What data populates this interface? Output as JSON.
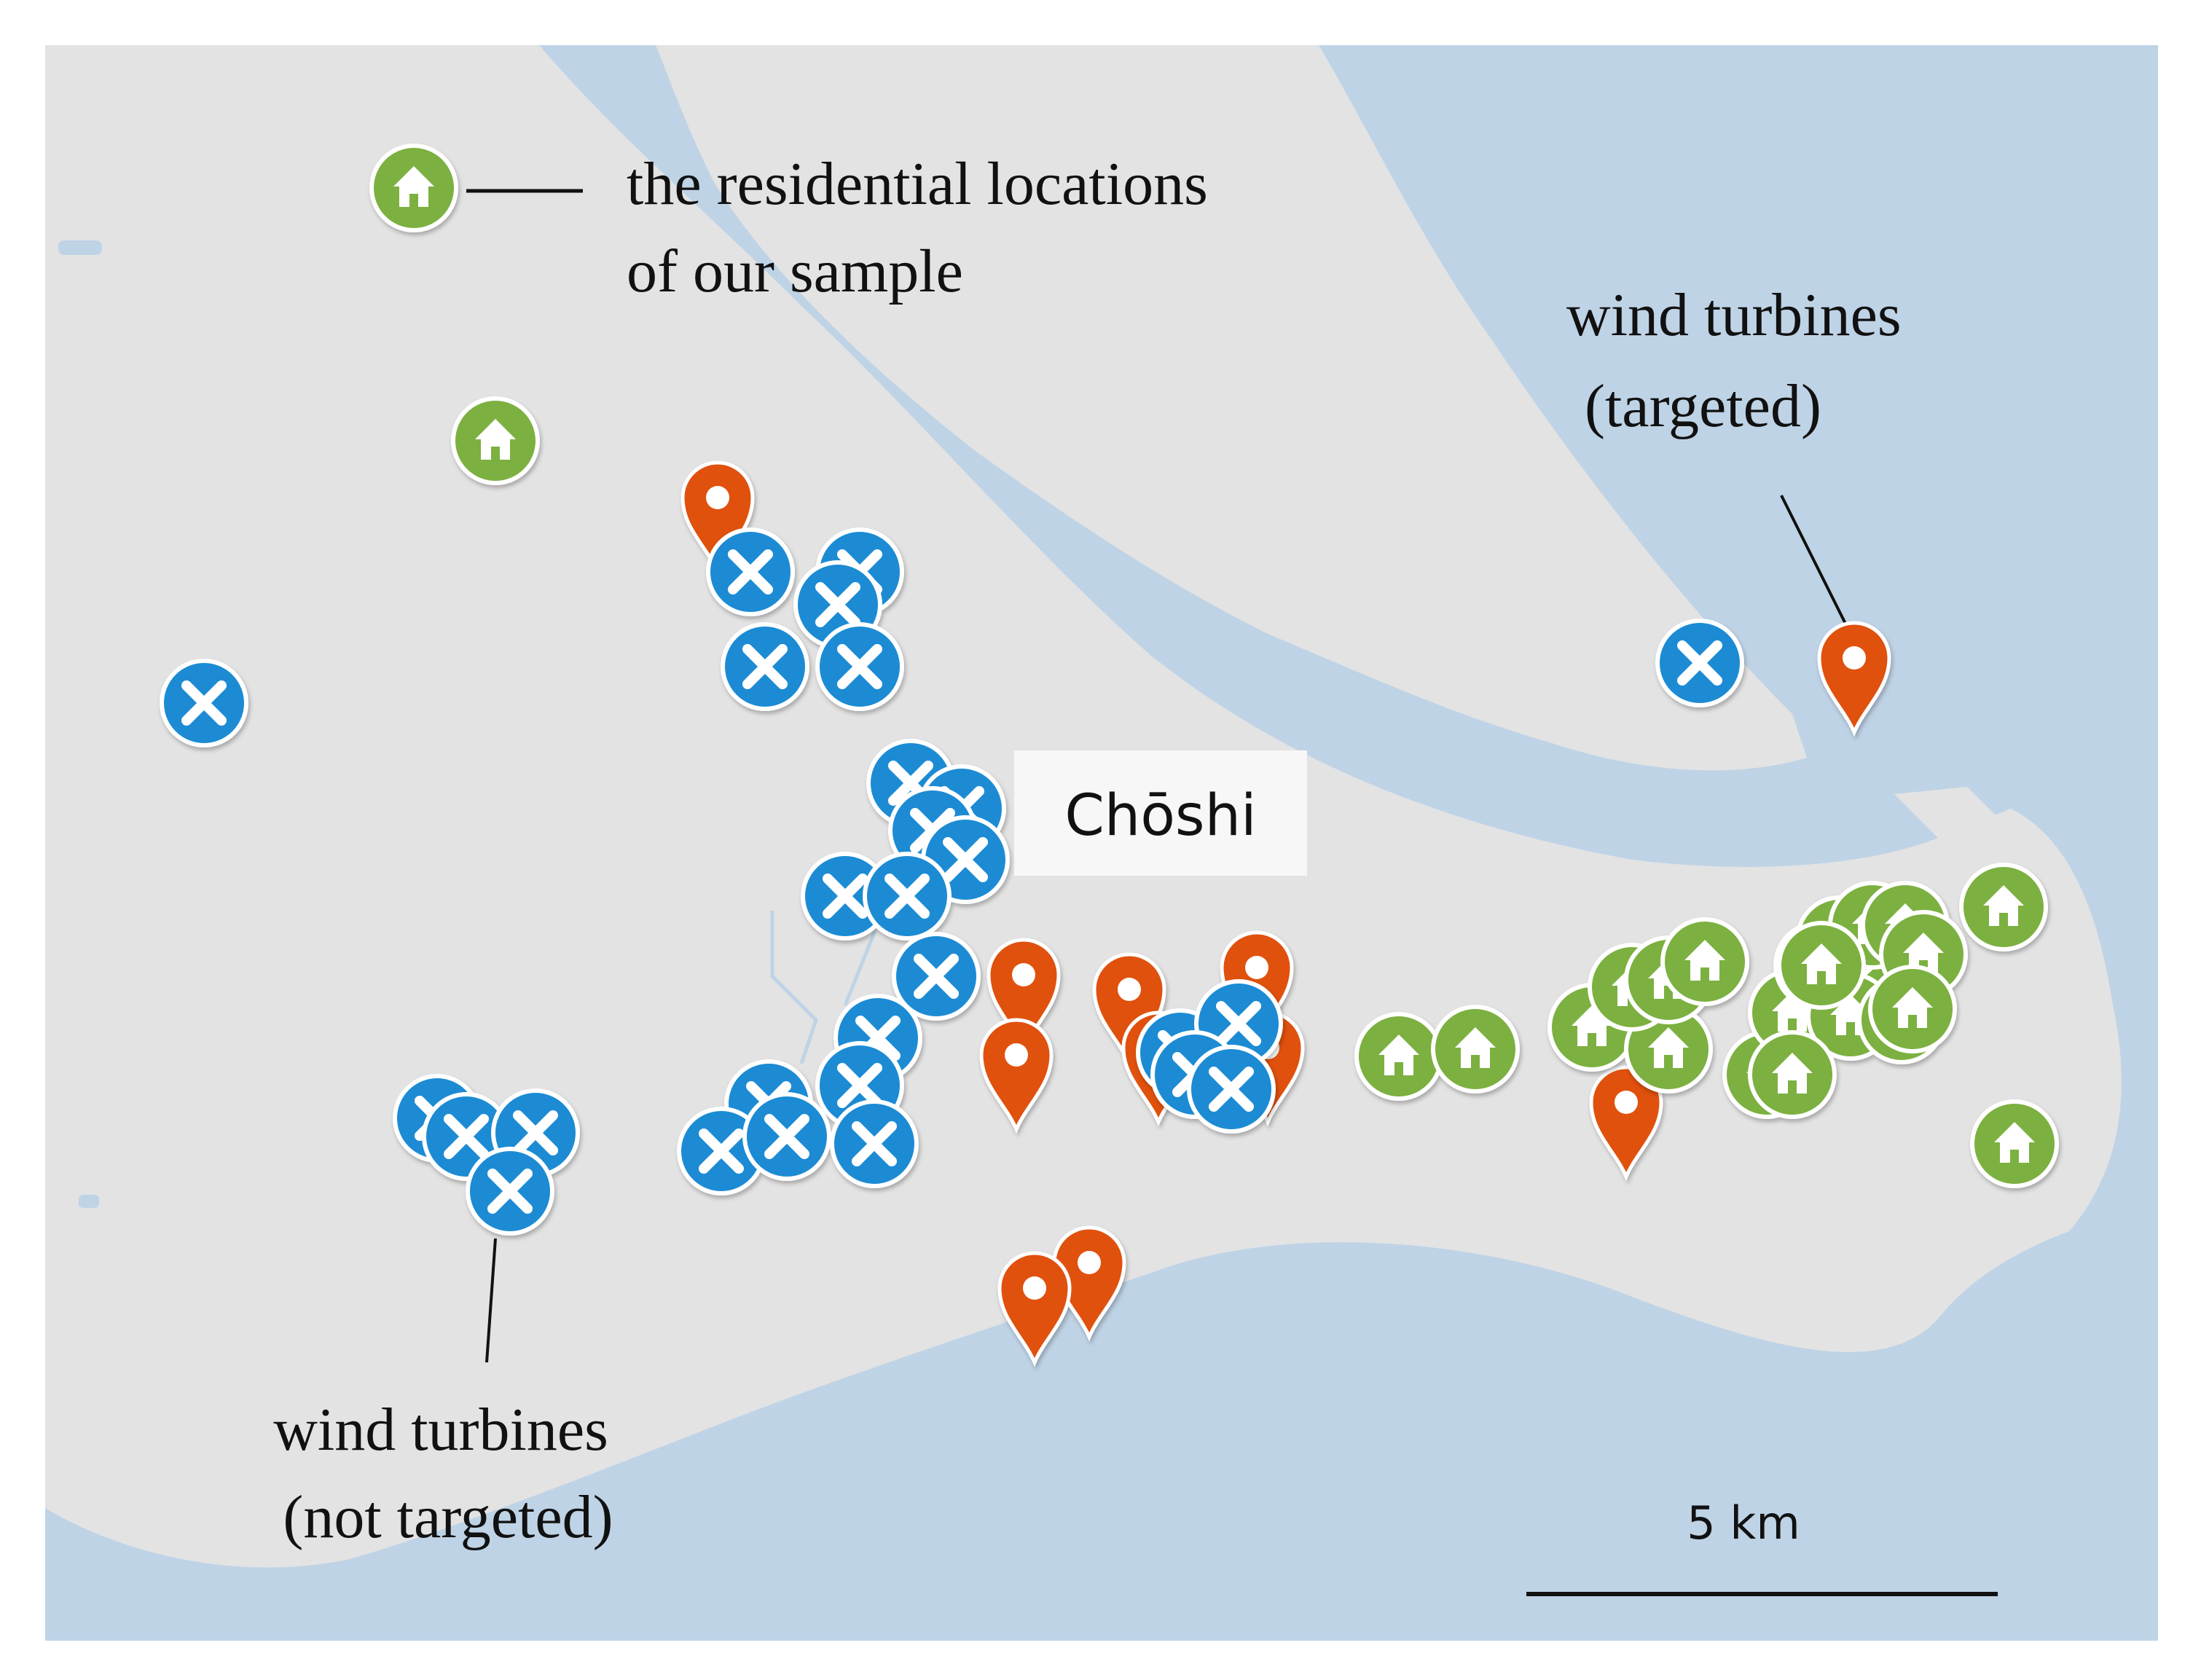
{
  "map": {
    "place_label": "Chōshi",
    "scale_bar_label": "5 km",
    "colors": {
      "land": "#e3e3e3",
      "water": "#bfd3e6",
      "residential_marker": "#7bb03f",
      "turbine_not_targeted_marker": "#1a8bd4",
      "turbine_targeted_marker": "#e0510f"
    }
  },
  "annotations": {
    "residential": {
      "line1": "the residential locations",
      "line2": "of our sample",
      "icon": "house-icon"
    },
    "targeted": {
      "line1": "wind turbines",
      "line2": "(targeted)",
      "icon": "location-pin-icon"
    },
    "not_targeted": {
      "line1": "wind turbines",
      "line2": "(not targeted)",
      "icon": "x-cross-icon"
    }
  }
}
